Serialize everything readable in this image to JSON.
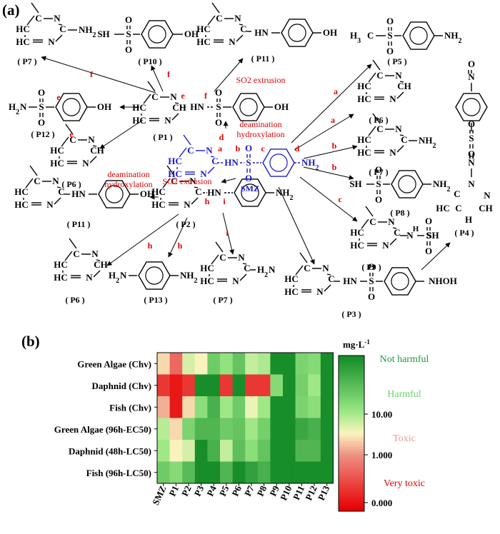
{
  "panel_a": {
    "label": "(a)",
    "center": {
      "name": "SMZ",
      "nh2": "NH2"
    },
    "products": [
      {
        "id": "P1",
        "label": "( P1 )"
      },
      {
        "id": "P2",
        "label": "( P2 )"
      },
      {
        "id": "P3",
        "label": "( P3 )"
      },
      {
        "id": "P4",
        "label": "( P4 )"
      },
      {
        "id": "P5",
        "label": "( P5 )"
      },
      {
        "id": "P6",
        "label": "( P6 )"
      },
      {
        "id": "P7",
        "label": "( P7 )"
      },
      {
        "id": "P8",
        "label": "( P8 )"
      },
      {
        "id": "P9",
        "label": "( P9 )"
      },
      {
        "id": "P10",
        "label": "( P10 )"
      },
      {
        "id": "P11",
        "label": "( P11 )"
      },
      {
        "id": "P12",
        "label": "( P12 )"
      },
      {
        "id": "P13",
        "label": "( P13 )"
      }
    ],
    "annotations": {
      "so2_extrusion": "SO2 extrusion",
      "deamination": "deamination",
      "hydroxylation": "hydroxylation"
    },
    "pathway_letters": [
      "a",
      "b",
      "c",
      "d",
      "e",
      "f",
      "h",
      "i"
    ],
    "groups": {
      "oh": "OH",
      "nh2": "NH2",
      "hn": "HN",
      "nhoh": "NHOH",
      "nh": "NH",
      "sh": "SH",
      "so2": "S",
      "o": "O",
      "h3c": "H3C",
      "h2n": "H2N",
      "hc": "HC",
      "n": "N",
      "c": "C",
      "ch": "CH",
      "hn_s": "HN",
      "n_o": "N",
      "h": "H"
    }
  },
  "panel_b": {
    "label": "(b)",
    "unit": "mg·L-1"
  },
  "chart_data": {
    "type": "heatmap",
    "rows": [
      "Green Algae  (Chv)",
      "Daphnid (Chv)",
      "Fish (Chv)",
      "Green Algae (96h-EC50)",
      "Daphnid (48h-LC50)",
      "Fish (96h-LC50)"
    ],
    "columns": [
      "SMZ",
      "P1",
      "P2",
      "P3",
      "P4",
      "P5",
      "P6",
      "P7",
      "P8",
      "P9",
      "P10",
      "P11",
      "P12",
      "P13"
    ],
    "values": [
      [
        2,
        0.2,
        6,
        3,
        60,
        20,
        80,
        8,
        12,
        900,
        900,
        40,
        30,
        900
      ],
      [
        0.05,
        0.02,
        0.05,
        900,
        900,
        0.05,
        900,
        0.05,
        0.05,
        30,
        900,
        50,
        15,
        900
      ],
      [
        1,
        0.02,
        2,
        25,
        200,
        15,
        60,
        4,
        15,
        900,
        900,
        40,
        25,
        900
      ],
      [
        10,
        2,
        40,
        150,
        150,
        60,
        80,
        15,
        50,
        900,
        900,
        300,
        200,
        900
      ],
      [
        15,
        3,
        6,
        900,
        200,
        8,
        100,
        25,
        80,
        900,
        900,
        150,
        150,
        900
      ],
      [
        60,
        30,
        120,
        900,
        900,
        150,
        900,
        400,
        200,
        900,
        900,
        900,
        900,
        900
      ]
    ],
    "colorbar": {
      "ticks": [
        "10.00",
        "1.000",
        "0.000"
      ],
      "categories": [
        "Not harmful",
        "Harmful",
        "Toxic",
        "Very toxic"
      ],
      "category_colors": [
        "#1f9a3a",
        "#6ad36a",
        "#ee9b8f",
        "#e60000"
      ]
    }
  }
}
